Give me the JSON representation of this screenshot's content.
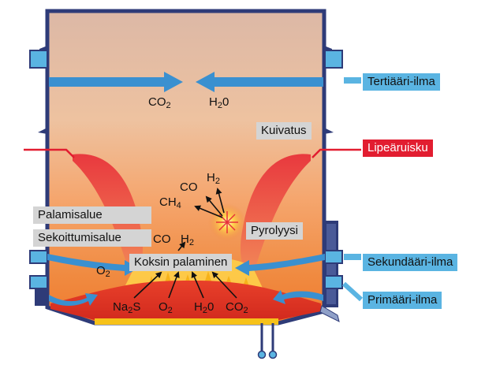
{
  "right_labels": {
    "tertiary_air": "Tertiääri-ilma",
    "liquor_spray": "Lipeäruisku",
    "secondary_air": "Sekundääri-ilma",
    "primary_air": "Primääri-ilma"
  },
  "zone_labels": {
    "drying": "Kuivatus",
    "combustion": "Palamisalue",
    "mixing": "Sekoittumisalue",
    "pyrolysis": "Pyrolyysi",
    "char_burning": "Koksin palaminen"
  },
  "chemistry": {
    "co2_top": {
      "base": "CO",
      "sub": "2"
    },
    "h2o_top": {
      "base": "H",
      "sub": "2",
      "rest": "0"
    },
    "co_upper": "CO",
    "h2_upper": {
      "base": "H",
      "sub": "2"
    },
    "ch4": {
      "base": "CH",
      "sub": "4"
    },
    "co_lower": "CO",
    "h2_lower": {
      "base": "H",
      "sub": "2"
    },
    "o2_left": {
      "base": "O",
      "sub": "2"
    },
    "na2s": {
      "base": "Na",
      "sub": "2",
      "rest": "S"
    },
    "o2_bed": {
      "base": "O",
      "sub": "2"
    },
    "h2o_bed": {
      "base": "H",
      "sub": "2",
      "rest": "0"
    },
    "co2_bed": {
      "base": "CO",
      "sub": "2"
    }
  },
  "colors": {
    "air_blue": "#5ab4e2",
    "liquor_red": "#e21d30",
    "label_gray": "#d4d4d4",
    "furnace_outline": "#2e3b78"
  }
}
